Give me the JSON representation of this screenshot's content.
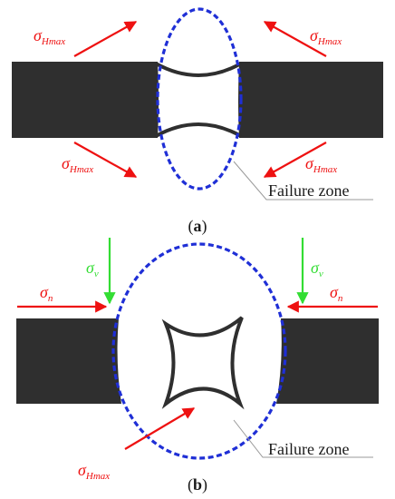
{
  "colors": {
    "bar": "#2f2f2f",
    "dashed_ellipse": "#1f2fd6",
    "red_arrow": "#ee1111",
    "green_arrow": "#33dd33",
    "leader_line": "#999999"
  },
  "panel_a": {
    "label_sigma": "σ",
    "label_sub": "Hmax",
    "failure_zone": "Failure zone",
    "caption_open": "(",
    "caption_letter": "a",
    "caption_close": ")"
  },
  "panel_b": {
    "sigma_v": "σ",
    "sigma_v_sub": "v",
    "sigma_n": "σ",
    "sigma_n_sub": "n",
    "sigma_hmax": "σ",
    "sigma_hmax_sub": "Hmax",
    "failure_zone": "Failure zone",
    "caption_open": "(",
    "caption_letter": "b",
    "caption_close": ")"
  }
}
